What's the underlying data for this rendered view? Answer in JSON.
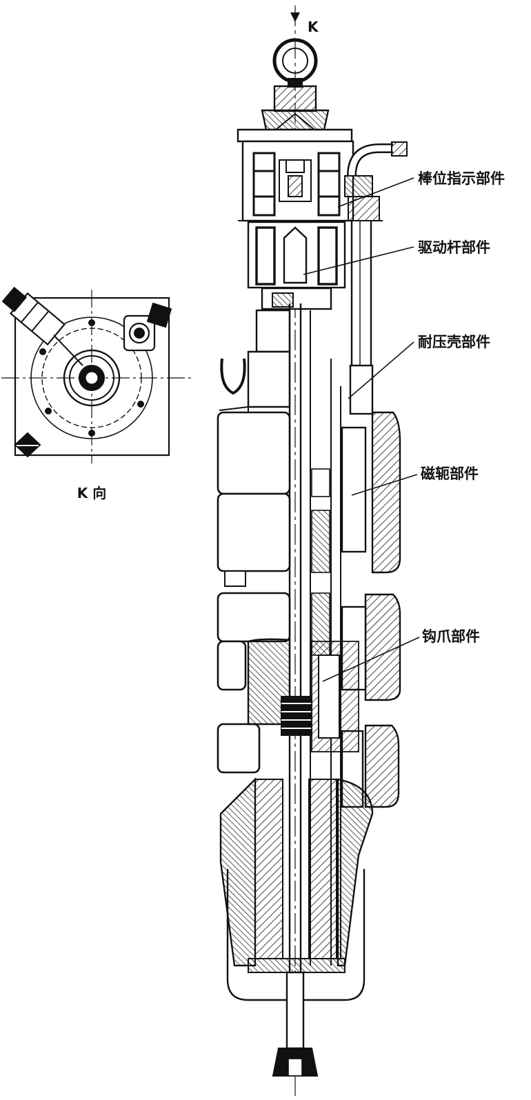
{
  "view": {
    "top_marker": "K",
    "view_label": "K 向"
  },
  "labels": {
    "rod_position": "棒位指示部件",
    "drive_rod": "驱动杆部件",
    "pressure_shell": "耐压壳部件",
    "magnetic_yoke": "磁轭部件",
    "latch_claw": "钩爪部件"
  },
  "colors": {
    "ink": "#111111",
    "paper": "#ffffff"
  }
}
